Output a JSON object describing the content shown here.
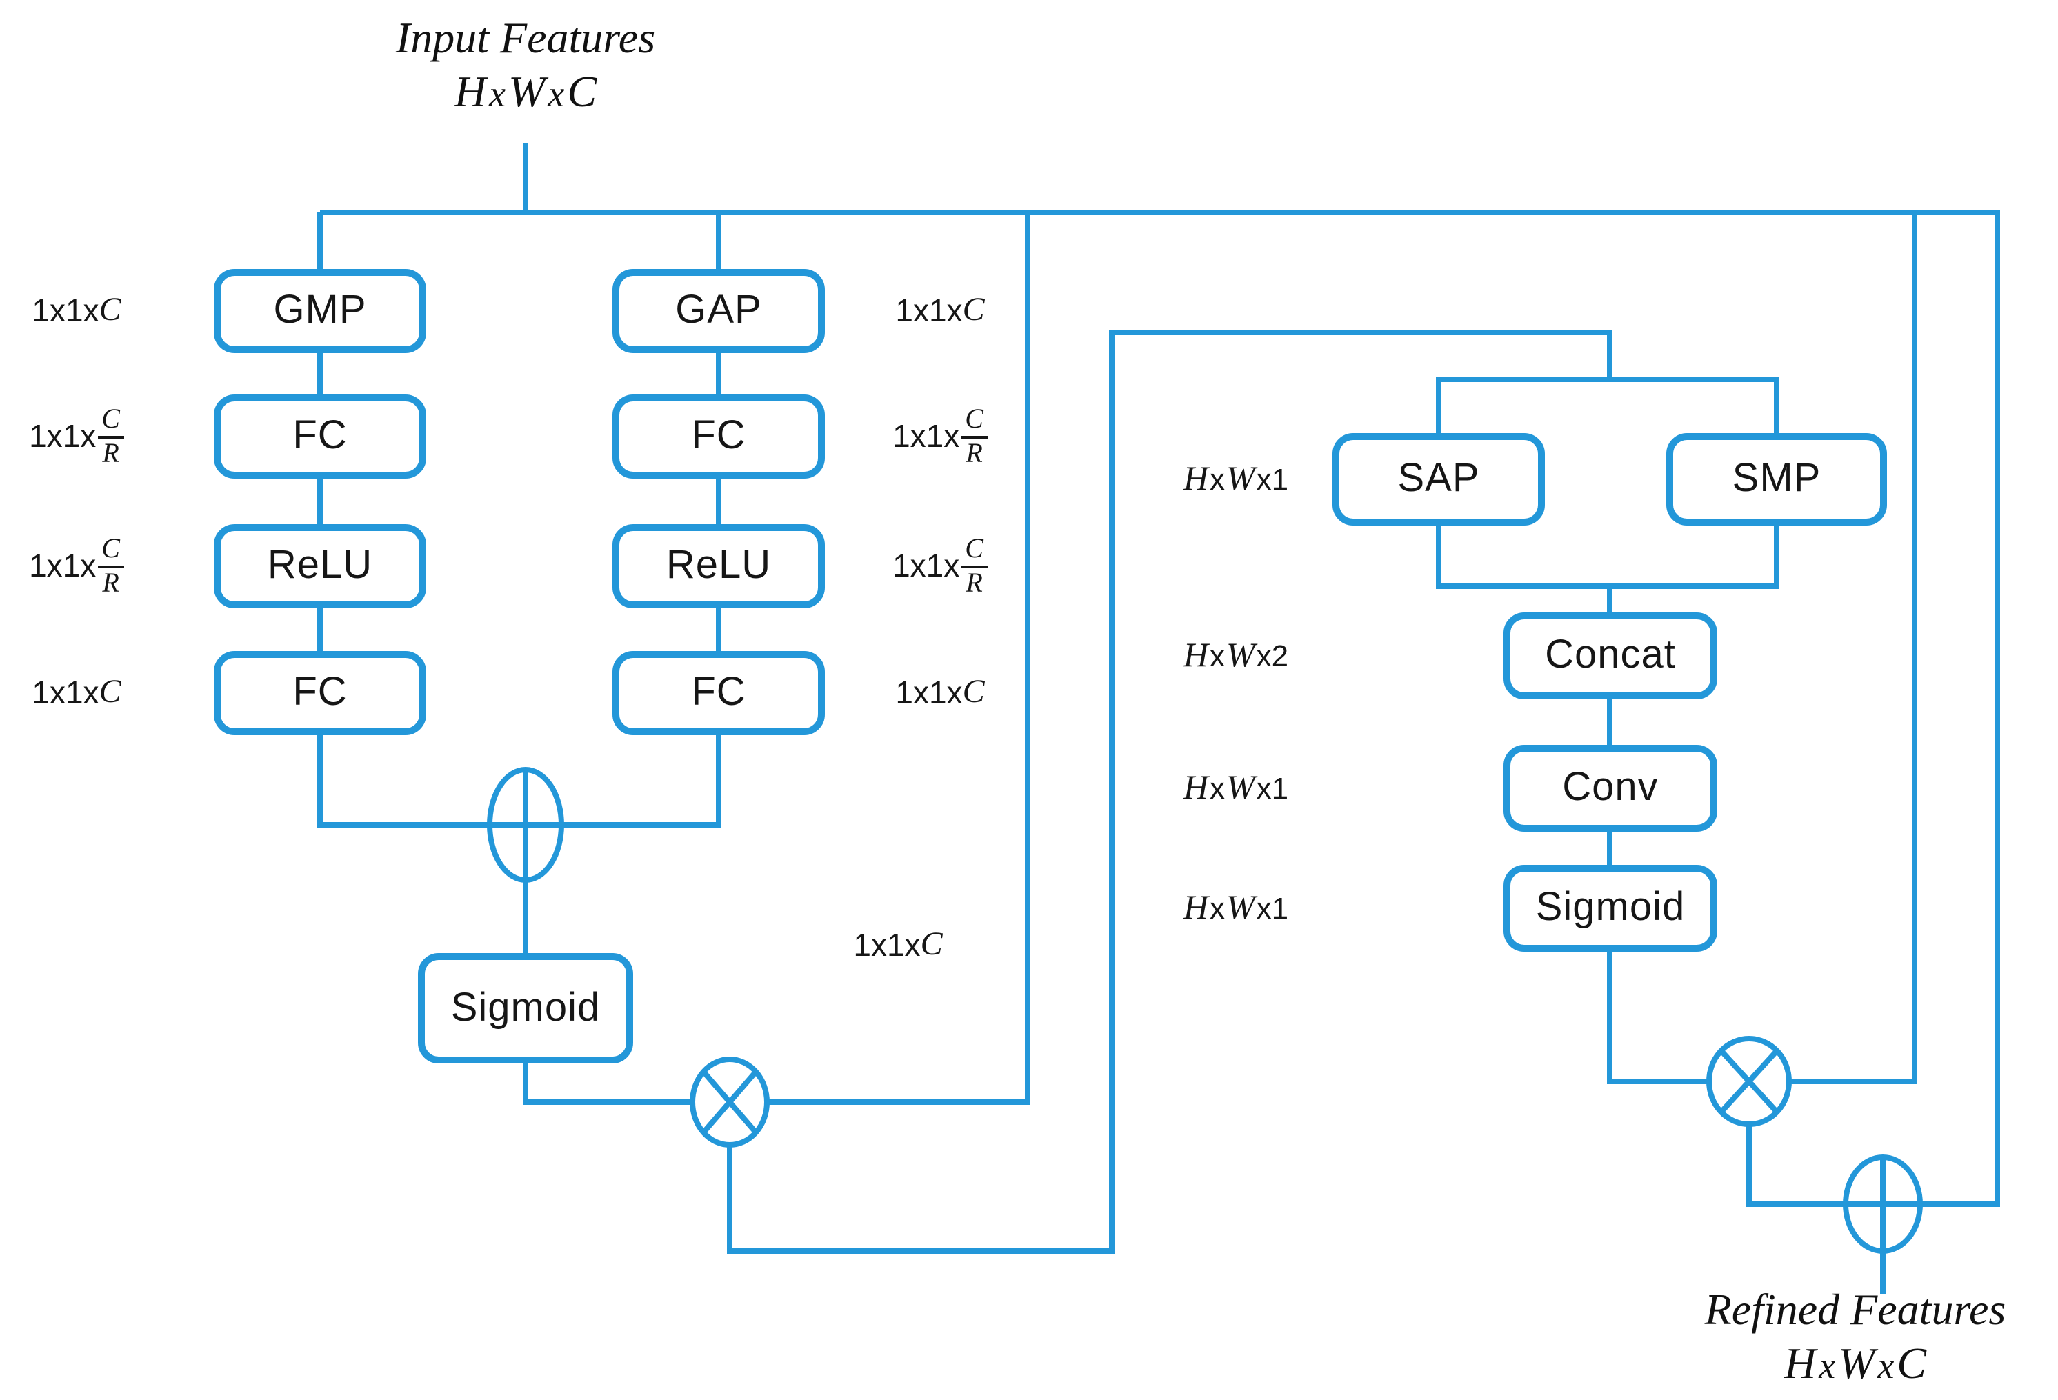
{
  "colors": {
    "accent": "#2397d9",
    "ink": "#161616"
  },
  "io": {
    "input_title": "Input Features",
    "input_dims": {
      "h": "H",
      "x1": "x",
      "w": "W",
      "x2": "x",
      "c": "C"
    },
    "output_title": "Refined Features",
    "output_dims": {
      "h": "H",
      "x1": "x",
      "w": "W",
      "x2": "x",
      "c": "C"
    }
  },
  "channel_branch": {
    "max_pool_column": [
      "GMP",
      "FC",
      "ReLU",
      "FC"
    ],
    "avg_pool_column": [
      "GAP",
      "FC",
      "ReLU",
      "FC"
    ],
    "left_dim_labels": [
      {
        "prefix": "1x1x",
        "var": "C"
      },
      {
        "prefix": "1x1x",
        "num": "C",
        "den": "R"
      },
      {
        "prefix": "1x1x",
        "num": "C",
        "den": "R"
      },
      {
        "prefix": "1x1x",
        "var": "C"
      }
    ],
    "right_dim_labels": [
      {
        "prefix": "1x1x",
        "var": "C"
      },
      {
        "prefix": "1x1x",
        "num": "C",
        "den": "R"
      },
      {
        "prefix": "1x1x",
        "num": "C",
        "den": "R"
      },
      {
        "prefix": "1x1x",
        "var": "C"
      }
    ],
    "sigmoid_label": "Sigmoid",
    "attention_dim_label": {
      "prefix": "1x1x",
      "var": "C"
    }
  },
  "spatial_branch": {
    "pool_boxes": [
      "SAP",
      "SMP"
    ],
    "stack_boxes": [
      "Concat",
      "Conv",
      "Sigmoid"
    ],
    "row_dim_labels": [
      {
        "h": "H",
        "x1": "x",
        "w": "W",
        "x2": "x",
        "n": "1"
      },
      {
        "h": "H",
        "x1": "x",
        "w": "W",
        "x2": "x",
        "n": "2"
      },
      {
        "h": "H",
        "x1": "x",
        "w": "W",
        "x2": "x",
        "n": "1"
      },
      {
        "h": "H",
        "x1": "x",
        "w": "W",
        "x2": "x",
        "n": "1"
      }
    ]
  },
  "operators": {
    "channel_add": "circled-plus",
    "channel_multiply": "circled-times",
    "spatial_multiply": "circled-times",
    "residual_add": "circled-plus"
  }
}
